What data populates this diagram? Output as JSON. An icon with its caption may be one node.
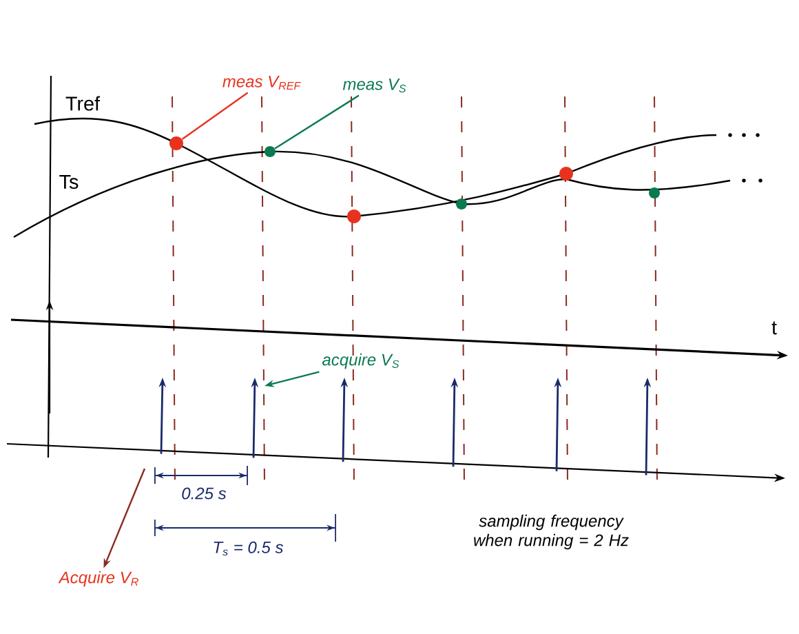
{
  "diagram": {
    "nodes": [
      {
        "text": [
          "meas V$_{REF}$"
        ]
      },
      {
        "text": [],
        "shape": "circle"
      },
      {
        "text": [
          "meas V$_{S}$"
        ]
      },
      {
        "text": [],
        "shape": "circle"
      },
      {
        "text": [],
        "shape": "circle"
      },
      {
        "text": [],
        "shape": "circle"
      },
      {
        "text": [],
        "shape": "circle"
      },
      {
        "text": [],
        "shape": "circle"
      },
      {
        "text": [
          "acquire V$_{S}$"
        ]
      },
      {
        "text": [
          "Acquire V$_{R}$"
        ]
      }
    ],
    "edges": [
      {
        "from": 0,
        "to": 1,
        "arrow": "none",
        "color": "#e8321e"
      },
      {
        "from": 2,
        "to": 3,
        "arrow": "none",
        "color": "#0a7a50"
      },
      {
        "from": 8,
        "to": null,
        "arrow": "to",
        "color": "#0a7a50"
      },
      {
        "from": null,
        "to": 9,
        "arrow": "to",
        "color": "#8a2a20"
      }
    ],
    "labels": [
      "Tref",
      "Ts",
      "t",
      "0.25 s",
      "T$_{s}$ = 0.5 s",
      "sampling frequency when running = 2 Hz"
    ]
  }
}
